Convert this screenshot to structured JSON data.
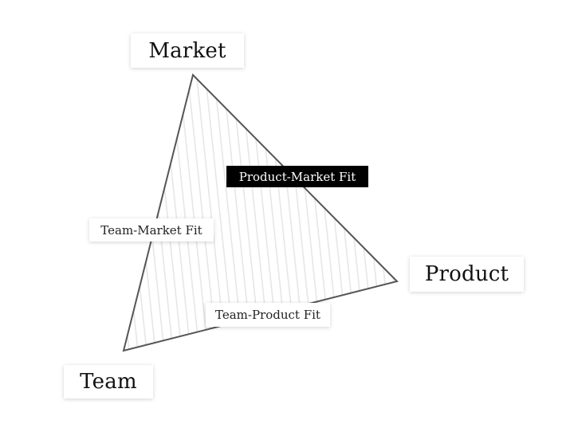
{
  "diagram": {
    "vertices": {
      "market": "Market",
      "product": "Product",
      "team": "Team"
    },
    "edges": {
      "product_market": "Product-Market Fit",
      "team_market": "Team-Market Fit",
      "team_product": "Team-Product Fit"
    },
    "colors": {
      "triangle_stroke": "#555555",
      "hatch": "#e6e6e6",
      "highlight_bg": "#000000",
      "highlight_text": "#ffffff"
    }
  }
}
